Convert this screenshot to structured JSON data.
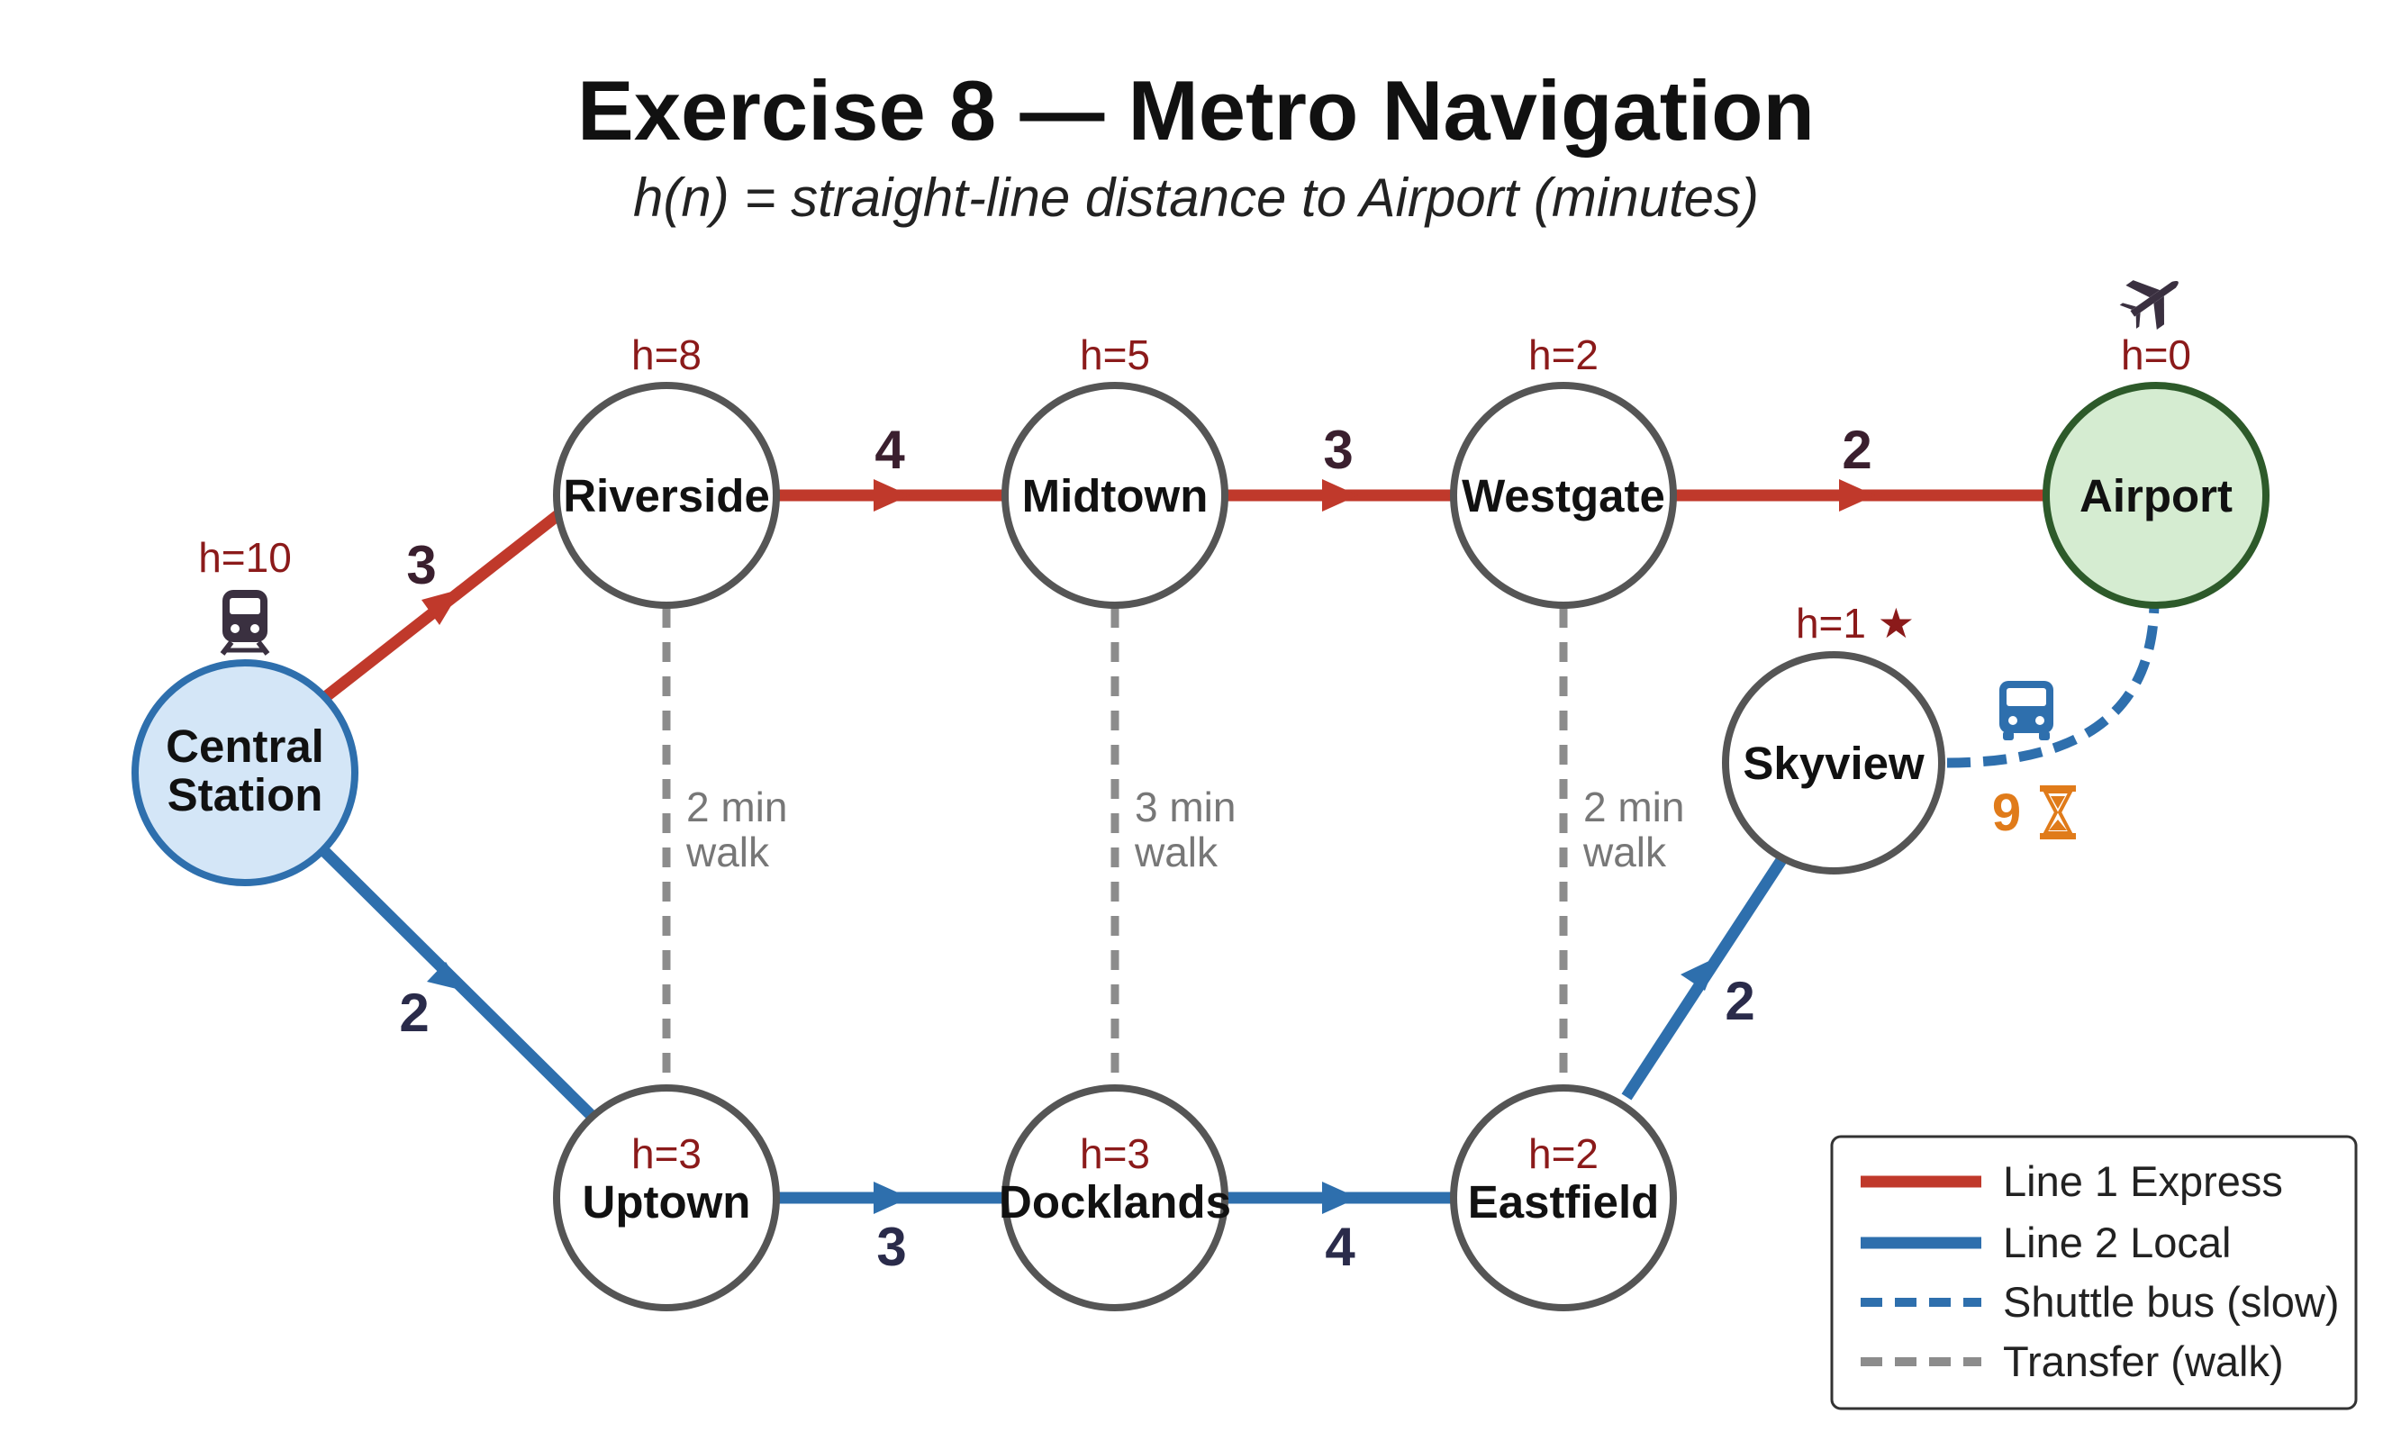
{
  "title": "Exercise 8 — Metro Navigation",
  "subtitle": "h(n) = straight-line distance to Airport (minutes)",
  "colors": {
    "line1": "#c0392b",
    "line2": "#2e6fad",
    "shuttle": "#2e6fad",
    "transfer": "#8c8c8c",
    "start_fill": "#d4e6f7",
    "start_stroke": "#2e6fad",
    "goal_fill": "#d5ecd1",
    "goal_stroke": "#2d5a2a",
    "node_stroke": "#555555"
  },
  "nodes": {
    "central": {
      "name_line1": "Central",
      "name_line2": "Station",
      "h": "h=10"
    },
    "riverside": {
      "name": "Riverside",
      "h": "h=8"
    },
    "midtown": {
      "name": "Midtown",
      "h": "h=5"
    },
    "westgate": {
      "name": "Westgate",
      "h": "h=2"
    },
    "airport": {
      "name": "Airport",
      "h": "h=0"
    },
    "skyview": {
      "name": "Skyview",
      "h": "h=1 ★"
    },
    "uptown": {
      "name": "Uptown",
      "h": "h=3"
    },
    "docklands": {
      "name": "Docklands",
      "h": "h=3"
    },
    "eastfield": {
      "name": "Eastfield",
      "h": "h=2"
    }
  },
  "edges": {
    "central_riverside": "3",
    "riverside_midtown": "4",
    "midtown_westgate": "3",
    "westgate_airport": "2",
    "central_uptown": "2",
    "uptown_docklands": "3",
    "docklands_eastfield": "4",
    "eastfield_skyview": "2",
    "skyview_airport": "9"
  },
  "transfers": {
    "riverside_uptown": {
      "line1": "2 min",
      "line2": "walk"
    },
    "midtown_docklands": {
      "line1": "3 min",
      "line2": "walk"
    },
    "westgate_eastfield": {
      "line1": "2 min",
      "line2": "walk"
    }
  },
  "icons": {
    "start": "train-icon",
    "goal": "airplane-icon",
    "shuttle": "bus-icon",
    "slow": "hourglass-icon"
  },
  "legend": {
    "line1": "Line 1 Express",
    "line2": "Line 2 Local",
    "shuttle": "Shuttle bus (slow)",
    "transfer": "Transfer (walk)"
  }
}
